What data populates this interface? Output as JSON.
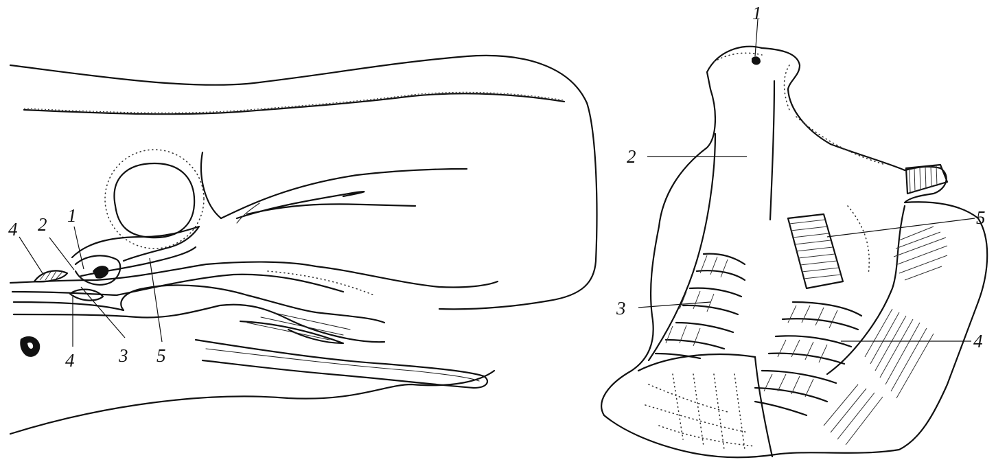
{
  "panels": [
    {
      "id": "head-section",
      "labels": [
        "1",
        "2",
        "3",
        "4",
        "4",
        "5"
      ]
    },
    {
      "id": "skull-detail",
      "labels": [
        "1",
        "2",
        "3",
        "4",
        "5"
      ]
    }
  ]
}
